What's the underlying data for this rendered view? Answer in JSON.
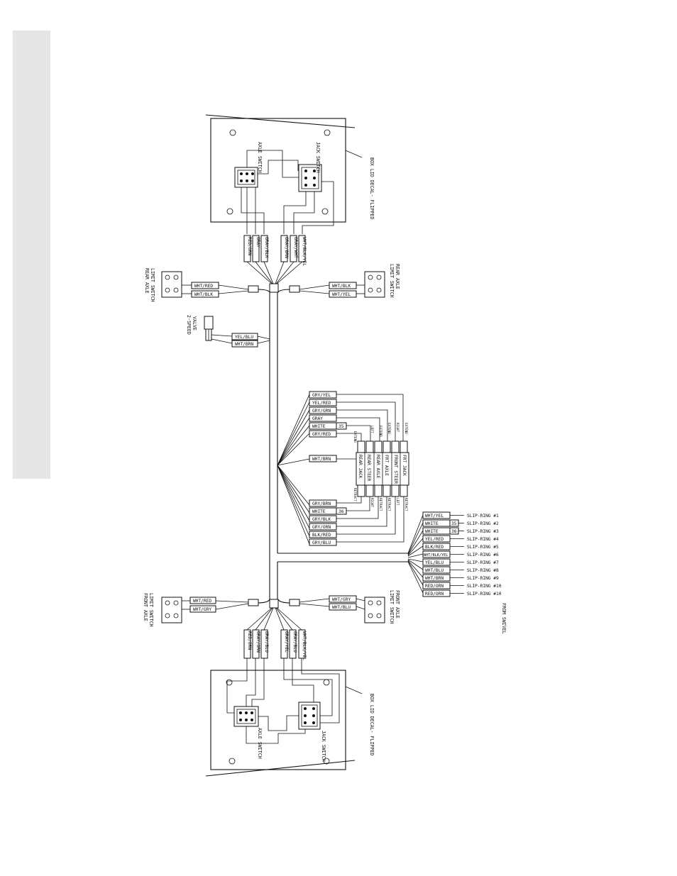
{
  "diagram": {
    "top_box": {
      "axle_switch": "AXLE SWITCH",
      "jack_switch": "JACK SWITCH",
      "decal": "BOX LID DECAL- FLIPPED",
      "wires": [
        "RED/ORN",
        "GRAY",
        "GRAY/BLK",
        "GRAY/BRN",
        "GRAY/WHT",
        "WHT/BLK/YEL"
      ]
    },
    "bottom_box": {
      "axle_switch": "AXLE SWITCH",
      "jack_switch": "JACK SWITCH",
      "decal": "BOX LID DECAL- FLIPPED",
      "wires": [
        "RED/ORN",
        "GRAY/ORN",
        "GRAY/BLU",
        "GRAY/YEL",
        "GRAY/BLU",
        "WHT/BLK/YEL"
      ]
    },
    "rear_left": {
      "title_1": "REAR AXLE",
      "title_2": "LIMIT SWITCH",
      "wires": [
        "WHT/RED",
        "WHT/BLK"
      ]
    },
    "rear_right": {
      "title_1": "REAR AXLE",
      "title_2": "LIMIT SWITCH",
      "wires": [
        "WHT/BLK",
        "WHT/YEL"
      ]
    },
    "front_left": {
      "title_1": "FRONT AXLE",
      "title_2": "LIMIT SWITCH",
      "wires": [
        "WHT/RED",
        "WHT/GRY"
      ]
    },
    "front_right": {
      "title_1": "FRONT AXLE",
      "title_2": "LIMIT SWITCH",
      "wires": [
        "WHT/GRY",
        "WHT/BLU"
      ]
    },
    "valve": {
      "title_1": "2-SPEED",
      "title_2": "VALVE",
      "wires": [
        "YEL/BLU",
        "WHT/BRN"
      ]
    },
    "solenoid_top_wires": [
      "GRY/YEL",
      "YEL/RED",
      "GRY/GRN",
      "GRAY",
      "WHITE",
      "GRY/RED"
    ],
    "solenoid_top_numbers": [
      "",
      "",
      "",
      "",
      "35",
      ""
    ],
    "solenoid_mid_wire": "WHT/BRN",
    "solenoid_bottom_wires": [
      "GRY/BRN",
      "WHITE",
      "GRY/BLK",
      "GRY/ORN",
      "BLK/RED",
      "GRY/BLU"
    ],
    "solenoid_bottom_numbers": [
      "",
      "36",
      "",
      "",
      "",
      ""
    ],
    "valves": [
      "REAR JACK",
      "REAR STEER",
      "REAR AXLE",
      "FRT AXLE",
      "FRONT STEER",
      "FRT JACK"
    ],
    "valve_top_tags": [
      "EXTEND",
      "LEFT",
      "EXTEND",
      "EXTEND",
      "RIGHT",
      "EXTEND"
    ],
    "valve_bottom_tags": [
      "RETRACT",
      "RIGHT",
      "RETRACT",
      "RETRACT",
      "LEFT",
      "RETRACT"
    ],
    "slip_rings": [
      {
        "wire": "WHT/YEL",
        "num": "",
        "ring": "SLIP-RING #1"
      },
      {
        "wire": "WHITE",
        "num": "35",
        "ring": "SLIP-RING #2"
      },
      {
        "wire": "WHITE",
        "num": "36",
        "ring": "SLIP-RING #3"
      },
      {
        "wire": "YEL/RED",
        "num": "",
        "ring": "SLIP-RING #4"
      },
      {
        "wire": "BLK/RED",
        "num": "",
        "ring": "SLIP-RING #5"
      },
      {
        "wire": "WHT/BLK/YEL",
        "num": "",
        "ring": "SLIP-RING #6"
      },
      {
        "wire": "YEL/BLU",
        "num": "",
        "ring": "SLIP-RING #7"
      },
      {
        "wire": "WHT/BLU",
        "num": "",
        "ring": "SLIP-RING #8"
      },
      {
        "wire": "WHT/BRN",
        "num": "",
        "ring": "SLIP-RING #9"
      },
      {
        "wire": "RED/ORN",
        "num": "",
        "ring": "SLIP-RING #10"
      },
      {
        "wire": "RED/ORN",
        "num": "",
        "ring": "SLIP-RING #10"
      }
    ],
    "from_swivel": "FROM SWIVEL"
  }
}
